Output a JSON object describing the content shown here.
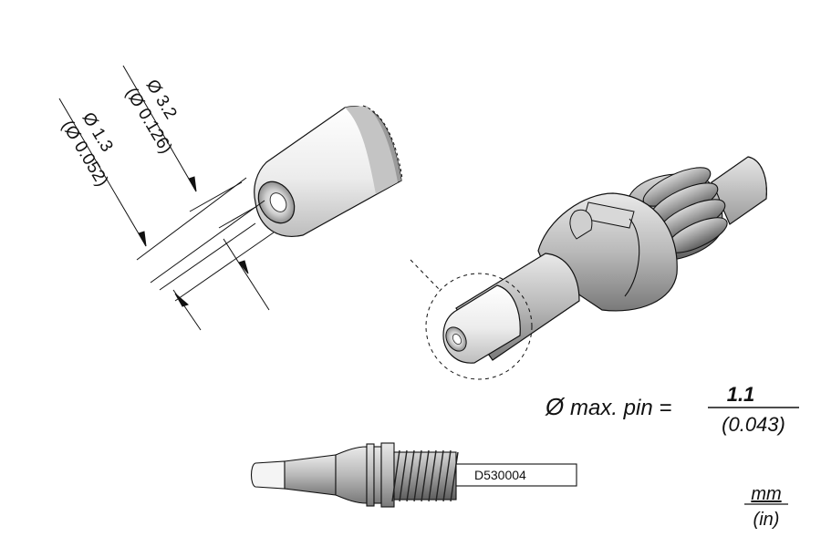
{
  "dimensions": {
    "outer": {
      "symbol": "Ø",
      "mm": "3.2",
      "in": "(Ø 0.126)"
    },
    "inner": {
      "symbol": "Ø",
      "mm": "1.3",
      "in": "(Ø 0.052)"
    }
  },
  "max_pin": {
    "symbol": "Ø",
    "label": "max. pin =",
    "mm": "1.1",
    "in": "(0.043)"
  },
  "part_number": "D530004",
  "units": {
    "top": "mm",
    "bottom": "(in)"
  },
  "colors": {
    "body_light": "#f2f2f2",
    "body_mid": "#bdbdbd",
    "body_dark": "#8a8a8a",
    "tip_white": "#f6f6f6",
    "outline": "#111111"
  }
}
